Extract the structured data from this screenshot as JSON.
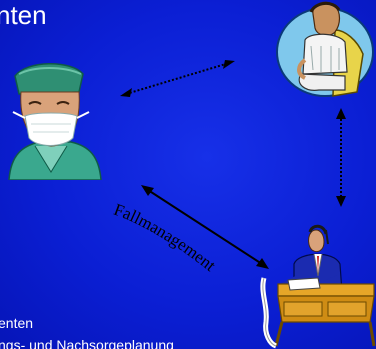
{
  "slide": {
    "title": "nten",
    "bullets": [
      "enten",
      "ngs- und Nachsorgeplanung"
    ],
    "arc_label": "Fallmanagement"
  },
  "colors": {
    "background": "#0b1fd4",
    "text": "#ffffff",
    "arrow": "#000000"
  }
}
